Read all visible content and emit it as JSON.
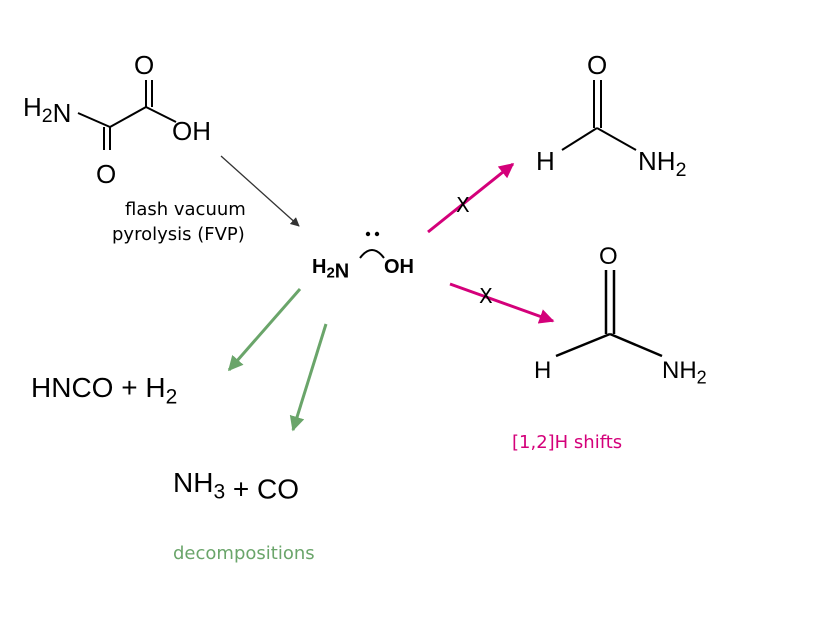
{
  "reactant": {
    "amine": "H2N",
    "oxygen_top": "O",
    "oxygen_bottom": "O",
    "hydroxyl": "OH"
  },
  "condition": {
    "line1": "flash vacuum",
    "line2": "pyrolysis (FVP)"
  },
  "carbene": {
    "amine": "H2N",
    "hydroxyl": "OH"
  },
  "shift_products": {
    "blocked_mark": "X",
    "top": {
      "oxygen": "O",
      "hydrogen": "H",
      "amine": "NH2"
    },
    "bottom": {
      "oxygen": "O",
      "hydrogen": "H",
      "amine": "NH2"
    },
    "caption": "[1,2]H shifts"
  },
  "decomposition": {
    "product1": "HNCO + H2",
    "product2": "NH3 + CO",
    "caption": "decompositions"
  },
  "colors": {
    "shift": "#d4007a",
    "decomposition": "#6aa56a",
    "neutral": "#333333"
  }
}
